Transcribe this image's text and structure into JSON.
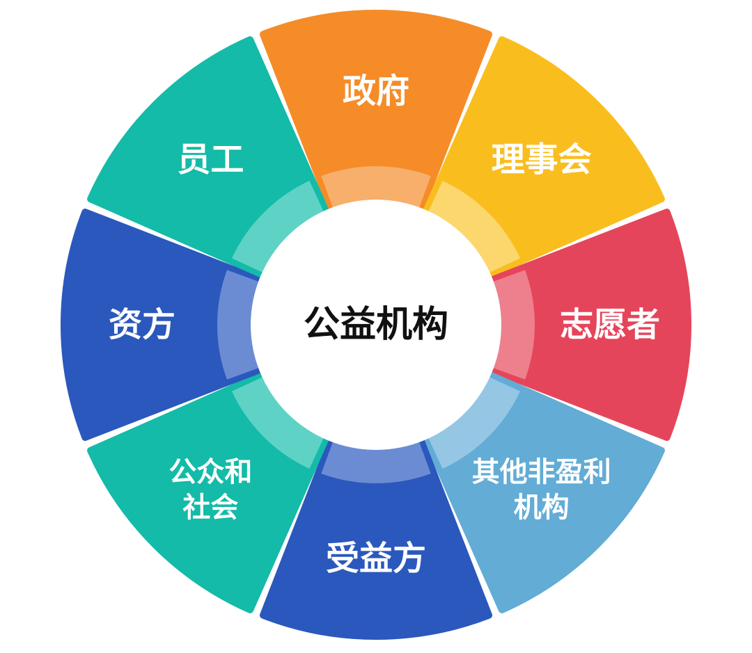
{
  "diagram": {
    "center": {
      "label": "公益机构"
    },
    "segments": [
      {
        "id": "government",
        "lines": [
          "政府"
        ],
        "color": "#F58C28",
        "inner_color": "#F8AF6B"
      },
      {
        "id": "board",
        "lines": [
          "理事会"
        ],
        "color": "#F9BE1E",
        "inner_color": "#FBD76E"
      },
      {
        "id": "volunteers",
        "lines": [
          "志愿者"
        ],
        "color": "#E5455A",
        "inner_color": "#EE808D"
      },
      {
        "id": "other-npo",
        "lines": [
          "其他非盈利",
          "机构"
        ],
        "color": "#62ACD5",
        "inner_color": "#95C6E4"
      },
      {
        "id": "beneficiary",
        "lines": [
          "受益方"
        ],
        "color": "#2B58BD",
        "inner_color": "#6B8CD3"
      },
      {
        "id": "public",
        "lines": [
          "公众和",
          "社会"
        ],
        "color": "#13BBA8",
        "inner_color": "#5FD2C6"
      },
      {
        "id": "funders",
        "lines": [
          "资方"
        ],
        "color": "#2B58BD",
        "inner_color": "#6B8CD3"
      },
      {
        "id": "staff",
        "lines": [
          "员工"
        ],
        "color": "#13BBA8",
        "inner_color": "#5FD2C6"
      }
    ]
  }
}
